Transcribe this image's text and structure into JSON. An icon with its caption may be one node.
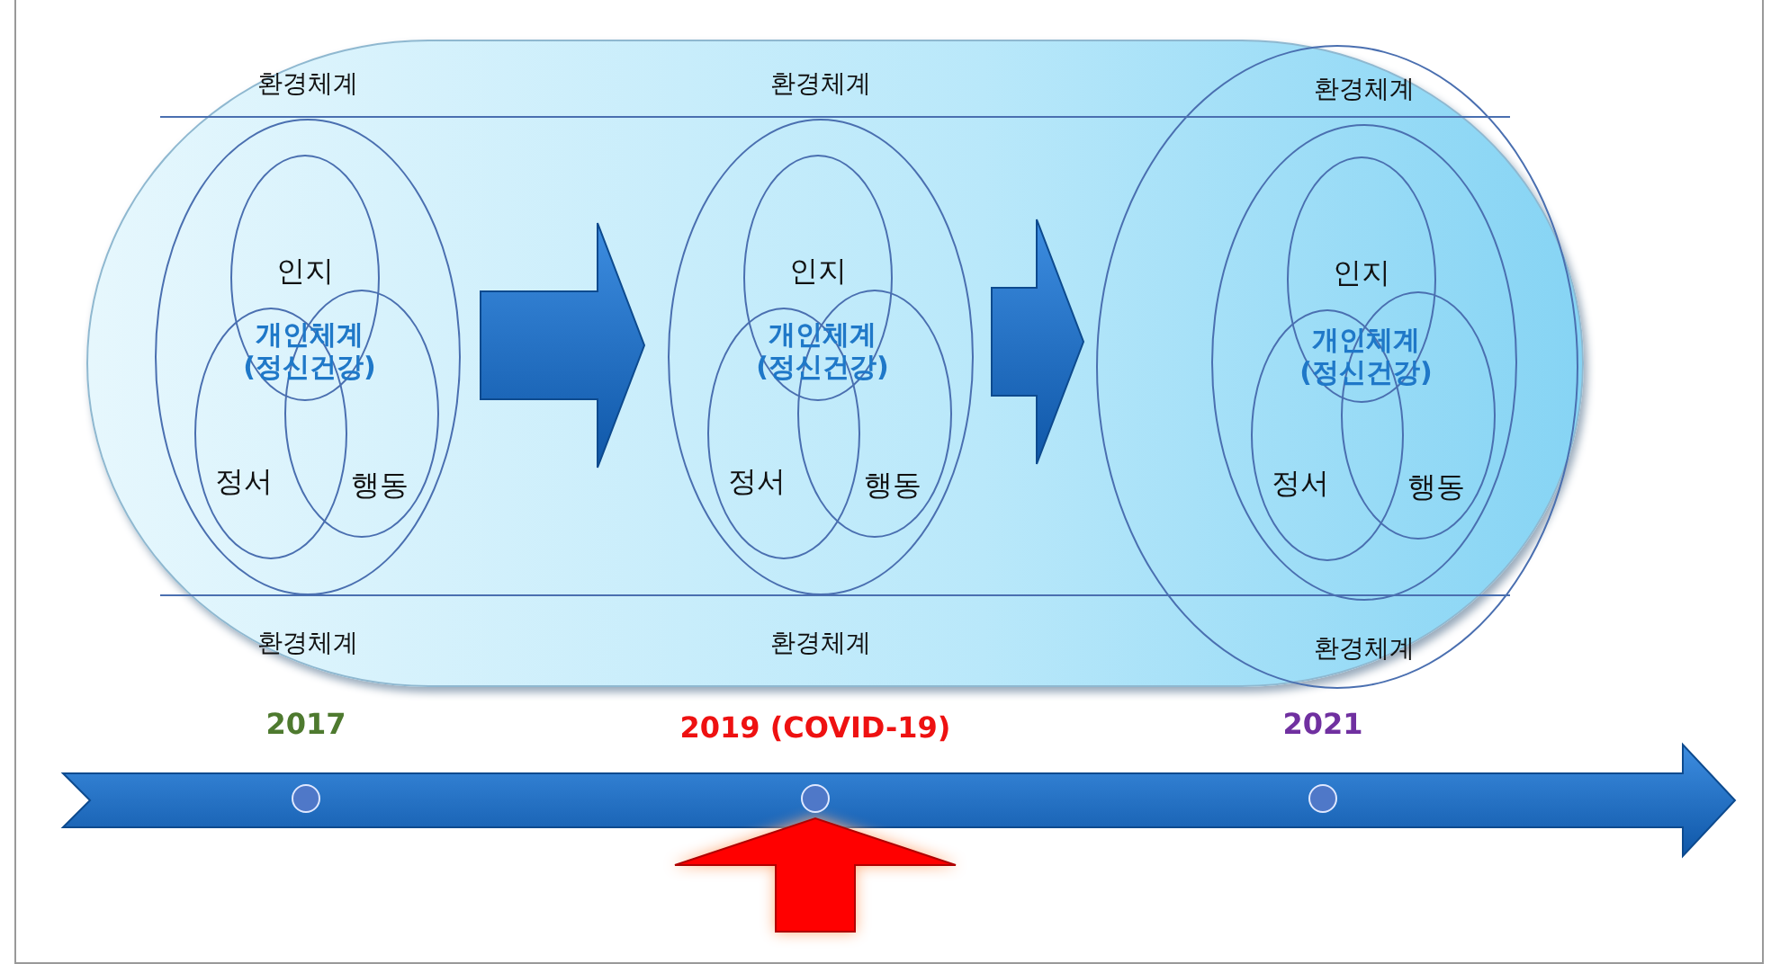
{
  "diagram": {
    "nodes": [
      {
        "text": [],
        "shape": "cylinder"
      },
      {
        "text": [
          "환경체계",
          "환경체계"
        ],
        "in": 0
      },
      {
        "text": [
          "인지"
        ],
        "in": 1
      },
      {
        "text": [
          "정서"
        ],
        "in": 1
      },
      {
        "text": [
          "행동"
        ],
        "in": 1
      },
      {
        "text": [
          "환경체계",
          "환경체계"
        ],
        "in": 0
      },
      {
        "text": [
          "인지"
        ],
        "in": 5
      },
      {
        "text": [
          "정서"
        ],
        "in": 5
      },
      {
        "text": [
          "행동"
        ],
        "in": 5
      },
      {
        "text": [],
        "shape": "circle",
        "in": 0
      },
      {
        "text": [
          "환경체계",
          "환경체계"
        ],
        "in": 9
      },
      {
        "text": [
          "인지"
        ],
        "in": 10
      },
      {
        "text": [
          "정서"
        ],
        "in": 10
      },
      {
        "text": [
          "행동"
        ],
        "in": 10
      },
      {
        "text": [],
        "shape": "circle",
        "beside": [
          "2017"
        ]
      },
      {
        "text": [],
        "shape": "circle",
        "beside": [
          "2019 (COVID-19)"
        ]
      },
      {
        "text": [],
        "shape": "circle",
        "beside": [
          "2021"
        ]
      }
    ],
    "edges": [
      {
        "from": 1,
        "to": 5,
        "arrow": "to",
        "style": "thick"
      },
      {
        "from": 5,
        "to": 9,
        "arrow": "to",
        "style": "thick"
      },
      {
        "from": null,
        "to": 15,
        "arrow": "to",
        "style": "thick",
        "color": "#ff0000"
      }
    ],
    "labels": [
      "개인체계 (정신건강)",
      "개인체계 (정신건강)",
      "개인체계 (정신건강)"
    ]
  }
}
